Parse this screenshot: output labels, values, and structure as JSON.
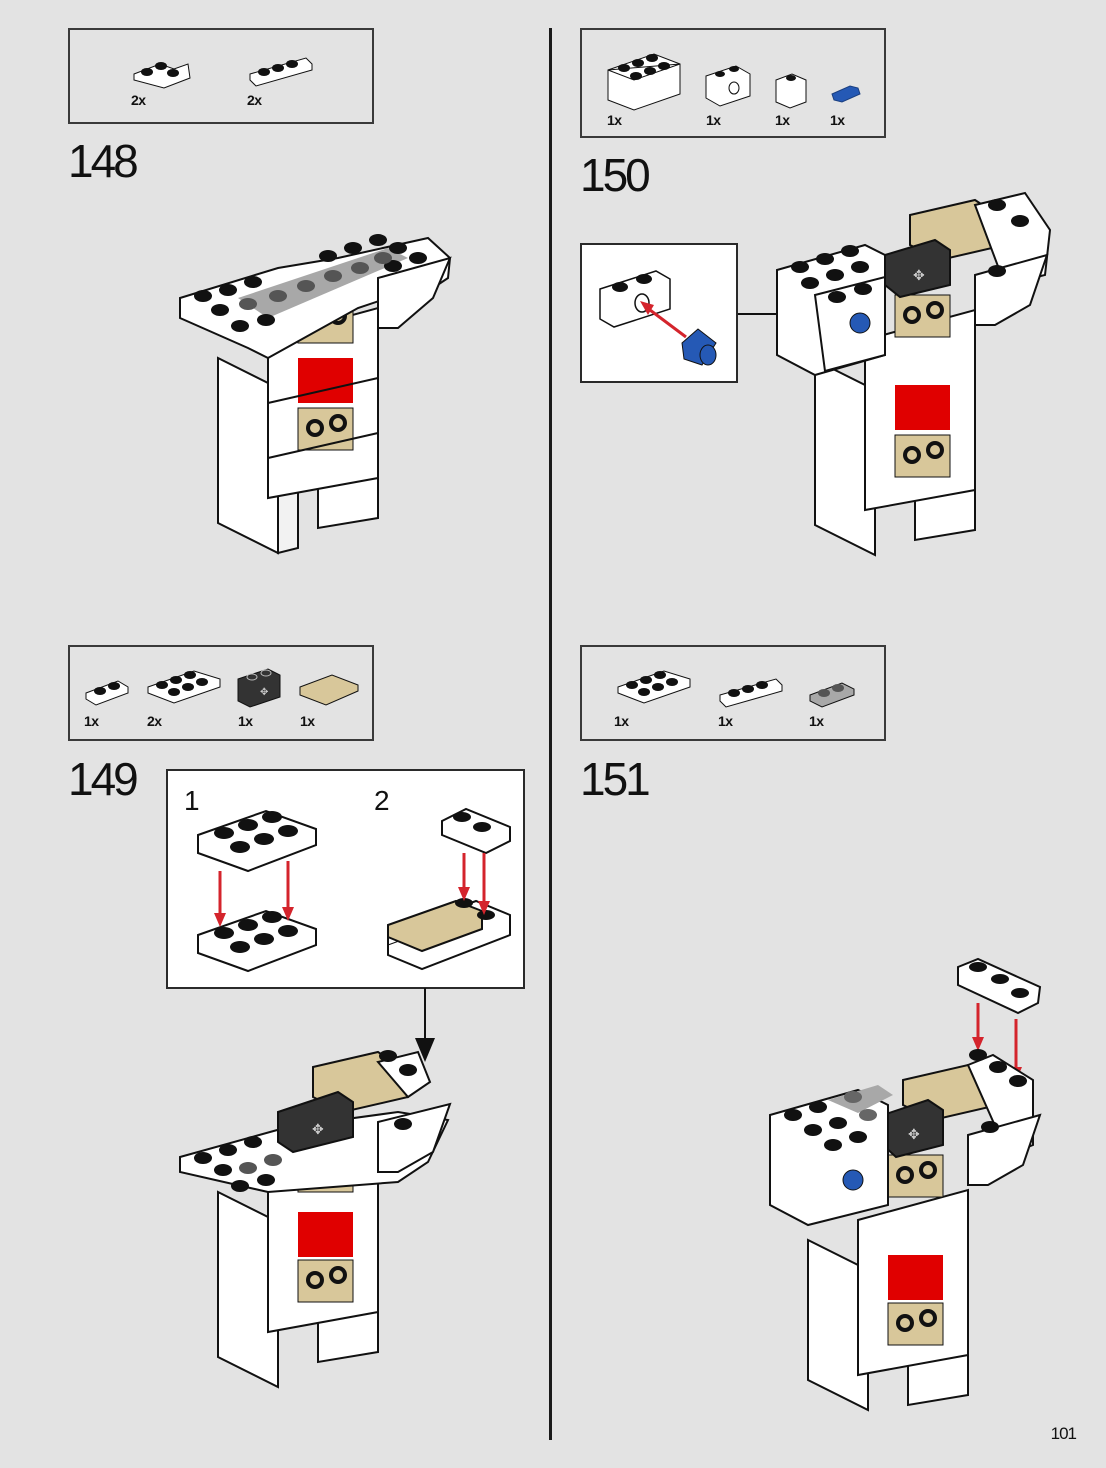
{
  "page": {
    "number": "101",
    "background": "#e3e3e3"
  },
  "colors": {
    "white_brick": "#ffffff",
    "tan": "#d8c79a",
    "red": "#e00000",
    "dark_grey": "#333333",
    "light_grey": "#a8a8a8",
    "blue": "#2559b5",
    "arrow_red": "#d4242c",
    "outline": "#111111"
  },
  "steps": [
    {
      "number": "148",
      "parts": [
        {
          "name": "white-corner-plate-2x2",
          "qty": "2x"
        },
        {
          "name": "white-plate-1x3",
          "qty": "2x"
        }
      ]
    },
    {
      "number": "149",
      "parts": [
        {
          "name": "white-plate-1x2",
          "qty": "1x"
        },
        {
          "name": "white-plate-2x3",
          "qty": "2x"
        },
        {
          "name": "dark-grey-technic-brick-1x2-axle-hole",
          "qty": "1x"
        },
        {
          "name": "tan-tile-2x2",
          "qty": "1x"
        }
      ],
      "sub_steps": [
        "1",
        "2"
      ]
    },
    {
      "number": "150",
      "parts": [
        {
          "name": "white-brick-2x3",
          "qty": "1x"
        },
        {
          "name": "white-technic-brick-1x2-hole",
          "qty": "1x"
        },
        {
          "name": "white-brick-1x1",
          "qty": "1x"
        },
        {
          "name": "blue-pin",
          "qty": "1x"
        }
      ]
    },
    {
      "number": "151",
      "parts": [
        {
          "name": "white-plate-2x3",
          "qty": "1x"
        },
        {
          "name": "white-plate-1x3",
          "qty": "1x"
        },
        {
          "name": "grey-plate-1x2",
          "qty": "1x"
        }
      ]
    }
  ]
}
